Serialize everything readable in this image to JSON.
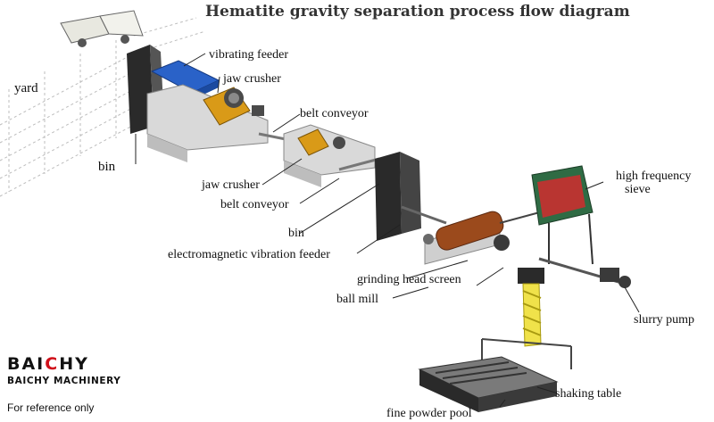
{
  "title": "Hematite gravity separation process flow diagram",
  "labels": {
    "yard": "yard",
    "bin_1": "bin",
    "vibrating_feeder": "vibrating feeder",
    "jaw_crusher_1": "jaw crusher",
    "belt_conveyor_1": "belt conveyor",
    "jaw_crusher_2": "jaw crusher",
    "belt_conveyor_2": "belt conveyor",
    "bin_2": "bin",
    "electromagnetic_vibration_feeder": "electromagnetic vibration feeder",
    "grinding_head_screen": "grinding head screen",
    "ball_mill": "ball mill",
    "high_frequency_sieve_line1": "high frequency",
    "high_frequency_sieve_line2": "sieve",
    "slurry_pump": "slurry pump",
    "shaking_table": "shaking table",
    "fine_powder_pool": "fine powder pool"
  },
  "brand": {
    "logo_prefix": "BAI",
    "logo_accent": "C",
    "logo_suffix": "HY",
    "subtitle": "BAICHY MACHINERY"
  },
  "footer_note": "For reference only",
  "colors": {
    "feeder_blue": "#2a62c8",
    "crusher_yellow": "#d99a18",
    "bin_black": "#2a2a2a",
    "ball_mill_brown": "#9b4a1c",
    "classifier_yellow": "#f0e24a",
    "sieve_green": "#2f6b44",
    "logo_red": "#d0101a"
  }
}
